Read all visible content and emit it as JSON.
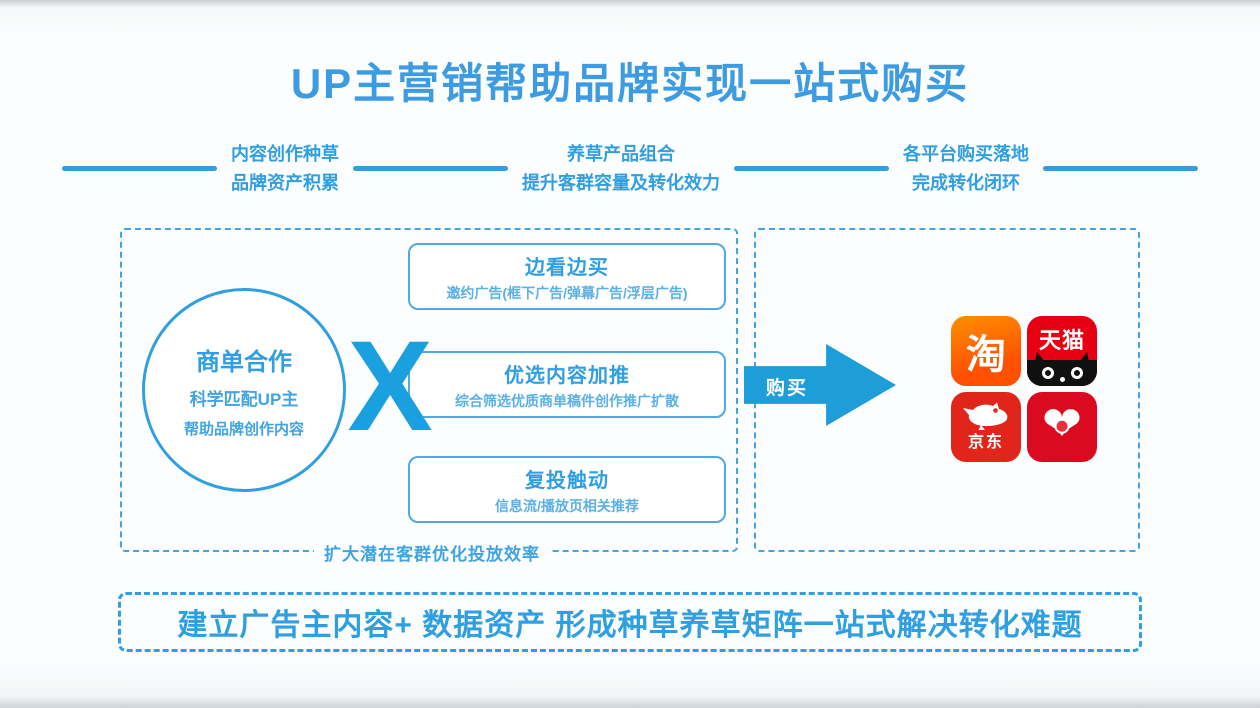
{
  "title": "UP主营销帮助品牌实现一站式购买",
  "stages": [
    {
      "line1": "内容创作种草",
      "line2": "品牌资产积累"
    },
    {
      "line1": "养草产品组合",
      "line2": "提升客群容量及转化效力"
    },
    {
      "line1": "各平台购买落地",
      "line2": "完成转化闭环"
    }
  ],
  "left_panel": {
    "circle": {
      "title": "商单合作",
      "line1": "科学匹配UP主",
      "line2": "帮助品牌创作内容"
    },
    "multiply": "X",
    "products": [
      {
        "title": "边看边买",
        "desc": "邀约广告(框下广告/弹幕广告/浮层广告)"
      },
      {
        "title": "优选内容加推",
        "desc": "综合筛选优质商单稿件创作推广扩散"
      },
      {
        "title": "复投触动",
        "desc": "信息流/播放页相关推荐"
      }
    ],
    "caption": "扩大潜在客群优化投放效率"
  },
  "arrow": {
    "label": "购买"
  },
  "right_panel": {
    "platforms": [
      {
        "icon": "taobao-icon",
        "icon_text": "淘"
      },
      {
        "icon": "tmall-icon",
        "icon_text": "天猫"
      },
      {
        "icon": "jd-icon",
        "icon_text": "京东"
      },
      {
        "icon": "heart-pattern-icon",
        "icon_text": "❤"
      }
    ]
  },
  "footer": {
    "text": "建立广告主内容+ 数据资产 形成种草养草矩阵一站式解决转化难题"
  },
  "colors": {
    "accent_blue": "#2f9fe2",
    "title_blue": "#3d9be1",
    "arrow_blue": "#1d9ed9",
    "taobao_orange": "#ff5000",
    "tmall_red": "#e60012",
    "jd_red": "#e1251b",
    "heart_red": "#dc0a20"
  }
}
